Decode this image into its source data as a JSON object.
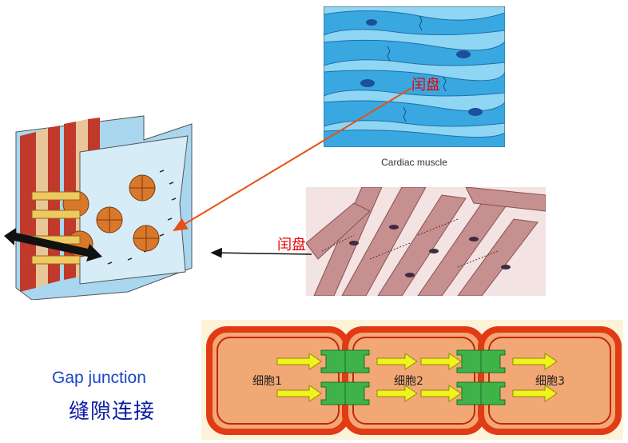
{
  "muscle_caption": "Cardiac muscle",
  "intercalated_disc_label_1": "闰盘",
  "intercalated_disc_label_2": "闰盘",
  "gap_junction_en": "Gap junction",
  "gap_junction_zh": "缝隙连接",
  "cells": [
    "细胞1",
    "细胞2",
    "细胞3"
  ],
  "colors": {
    "label_red": "#e60000",
    "title_blue": "#1a46c8",
    "cell_fill": "#f2a874",
    "cell_border": "#e23a14",
    "connexon_green": "#3fb24a",
    "arrow_yellow": "#f2f21c",
    "muscle_blue": "#3aa6df",
    "muscle_pink": "#c58a8a"
  }
}
